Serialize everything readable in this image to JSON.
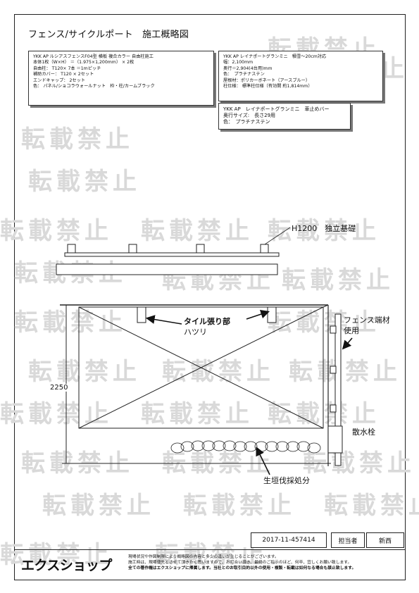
{
  "title": "フェンス/サイクルポート　施工概略図",
  "spec_fence": {
    "lines": [
      "YKK AP ルシアスフェンスF04型 横板 複合カラー 自由柱施工",
      "本体1枚（W×H） ＝（1.975×1,200mm） × 2枚",
      "自由柱： T120× 7本 ＝1mピッチ",
      "補助カバー： T120 × 2セット",
      "エンドキャップ： 2セット",
      "色： パネル/ショコラウォールナット　枠・柱/カームブラック"
    ]
  },
  "spec_carport": {
    "lines": [
      "YKK AP レイナポートグランミニ　積雪～20cm対応",
      "幅：2,100mm",
      "奥行＝2,904(4台用)mm",
      "色：　プラチナステン",
      "屋根材：ポリカーボネート（アースブルー）",
      "柱仕様： 標準柱仕様（有効開 約1,814mm）"
    ]
  },
  "spec_stopper": {
    "lines": [
      "YKK AP　レイナポートグランミニ　車止めバー",
      "奥行サイズ:　長さ29用",
      "色：　プラチナステン"
    ]
  },
  "labels": {
    "h1200": "H1200",
    "foundation": "独立基礎",
    "tile": "タイル張り部",
    "hatsuri": "ハツリ",
    "fence_end": "フェンス端材",
    "used": "使用",
    "dimension": "2250",
    "faucet": "散水栓",
    "hedge": "生垣伐採処分"
  },
  "watermark": "転載禁止",
  "footer": {
    "logo": "エクスショップ",
    "notes": [
      "現場状況や作図制限により概略図の内容と多少の違いが生じることがございます。",
      "施工時は、現場優先とさせて頂きたく思いますので、お打合い頂き、最終のご指示のほど、何卒、宜しくお願い致します。",
      "全ての著作権はエクスショップに帰属します。当社とのお取引目的以外の使用・複製・転載は如何なる場合も禁止致します。"
    ],
    "doc_id": "2017-11-457414",
    "staff_label": "担当者",
    "staff_name": "新西"
  }
}
